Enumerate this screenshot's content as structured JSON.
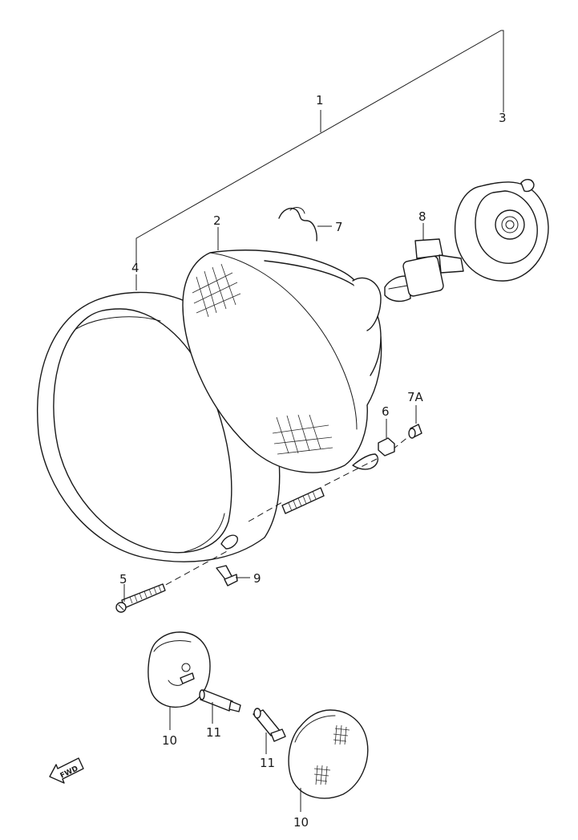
{
  "callouts": {
    "c1": "1",
    "c2": "2",
    "c3": "3",
    "c4": "4",
    "c5": "5",
    "c6": "6",
    "c7": "7",
    "c7a": "7A",
    "c8": "8",
    "c9": "9",
    "c10a": "10",
    "c10b": "10",
    "c11a": "11",
    "c11b": "11"
  },
  "direction_arrow": {
    "label": "FWD"
  }
}
